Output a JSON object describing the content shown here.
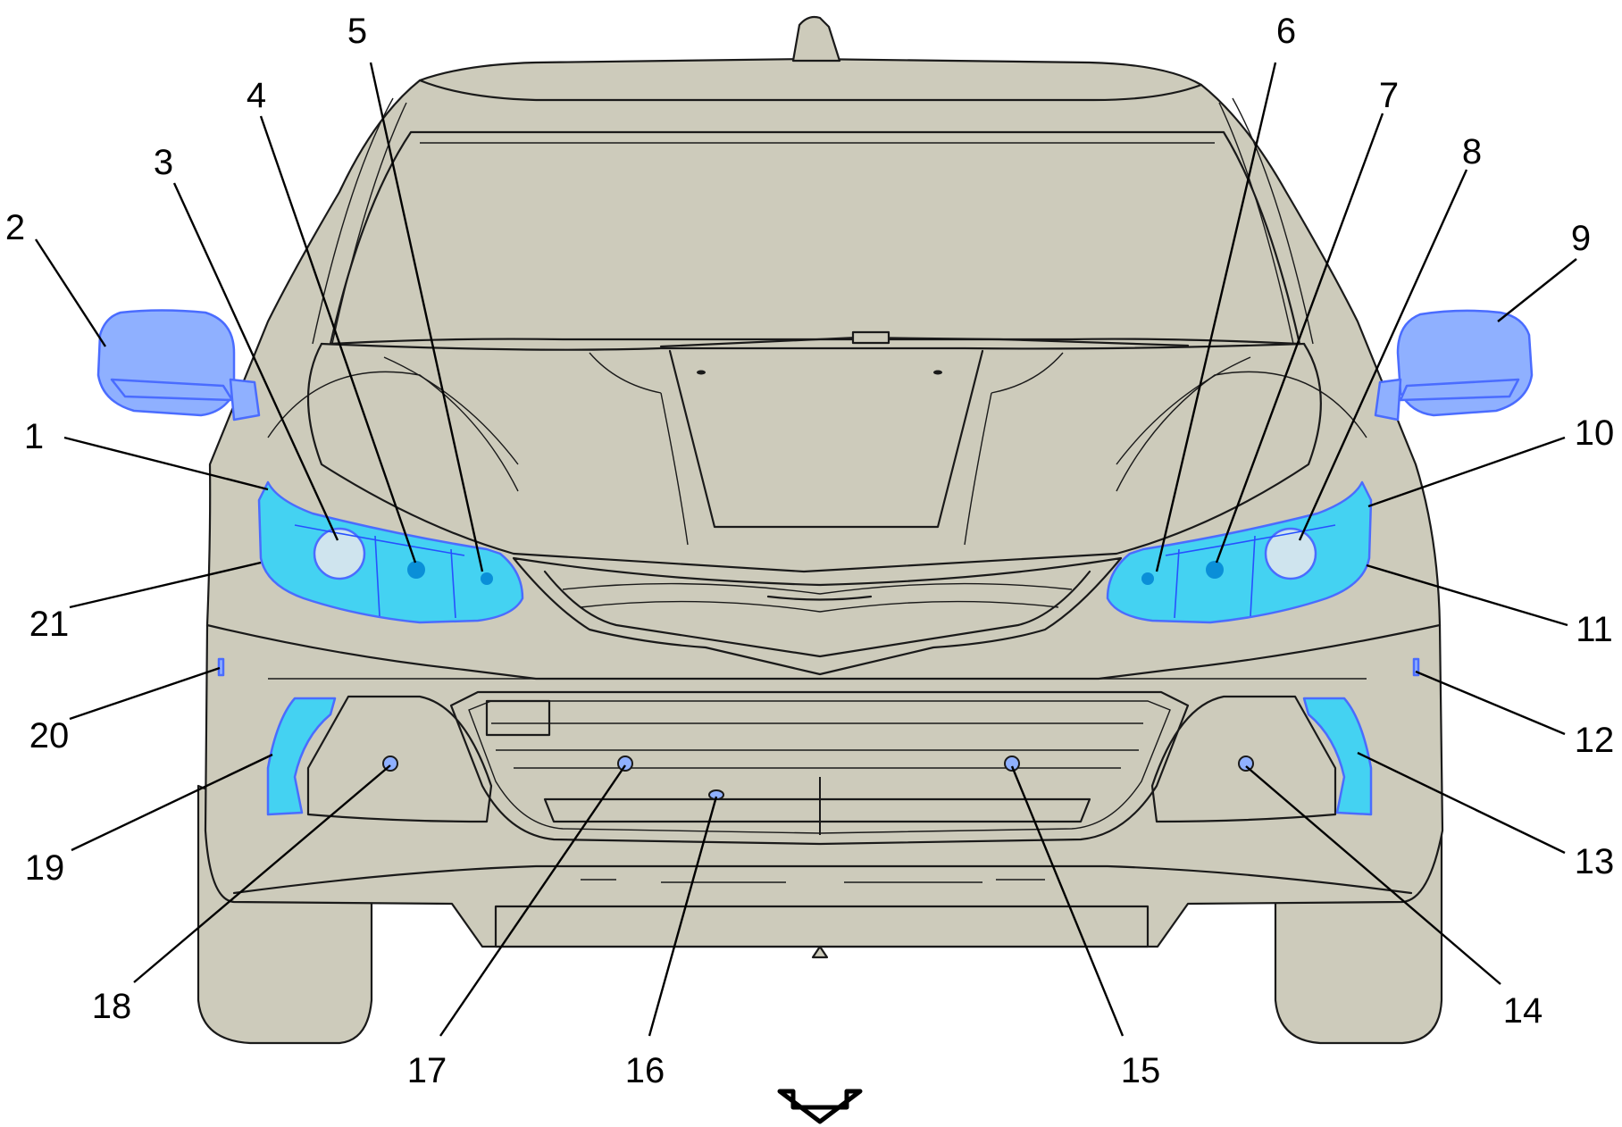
{
  "colors": {
    "body_fill": "#cdcbbb",
    "outline": "#1a1a1a",
    "highlight_cyan": "#44d2f2",
    "highlight_blue": "#8fb0ff",
    "highlight_stroke": "#4a6cff",
    "background": "#ffffff"
  },
  "callouts": {
    "c1": "1",
    "c2": "2",
    "c3": "3",
    "c4": "4",
    "c5": "5",
    "c6": "6",
    "c7": "7",
    "c8": "8",
    "c9": "9",
    "c10": "10",
    "c11": "11",
    "c12": "12",
    "c13": "13",
    "c14": "14",
    "c15": "15",
    "c16": "16",
    "c17": "17",
    "c18": "18",
    "c19": "19",
    "c20": "20",
    "c21": "21"
  },
  "icons": {
    "direction_arrow": "down-arrow-icon"
  }
}
